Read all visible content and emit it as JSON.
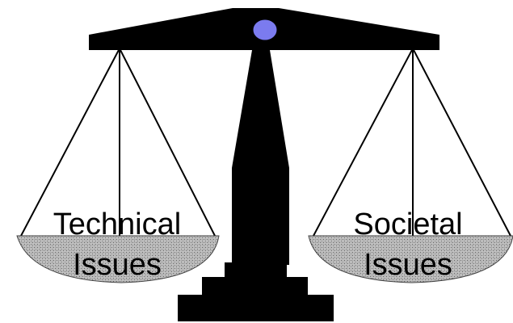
{
  "diagram": {
    "left_pan": {
      "line1": "Technical",
      "line2": "Issues"
    },
    "right_pan": {
      "line1": "Societal",
      "line2": "Issues"
    }
  },
  "colors": {
    "frame": "#000000",
    "pivot": "#7b7bef",
    "pan_fill": "#b4b4b4",
    "background": "#ffffff"
  }
}
